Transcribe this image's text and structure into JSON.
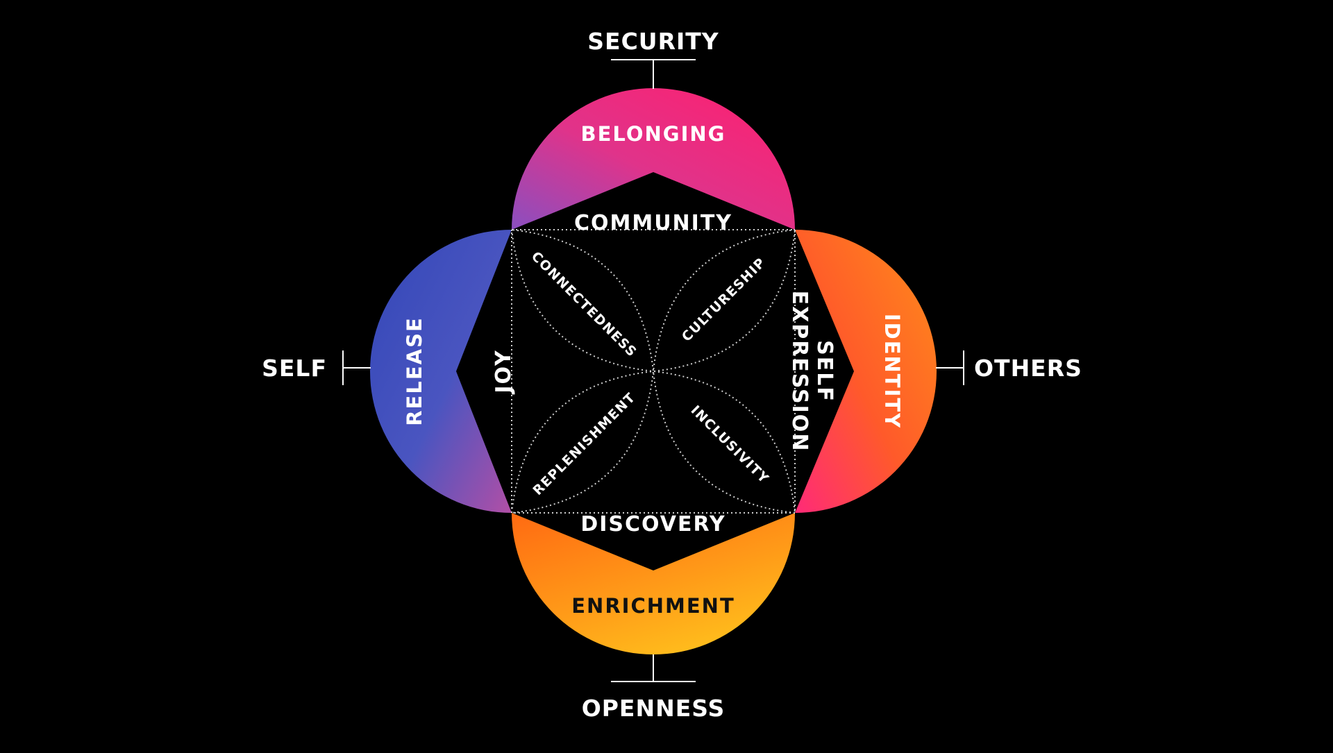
{
  "axes": {
    "top": "SECURITY",
    "bottom": "OPENNESS",
    "left": "SELF",
    "right": "OTHERS"
  },
  "petals": {
    "top": "BELONGING",
    "left": "RELEASE",
    "right": "IDENTITY",
    "bottom": "ENRICHMENT"
  },
  "inner": {
    "top": "COMMUNITY",
    "left": "JOY",
    "right_line1": "SELF",
    "right_line2": "EXPRESSION",
    "bottom": "DISCOVERY"
  },
  "leaves": {
    "top_left": "CONNECTEDNESS",
    "top_right": "CULTURESHIP",
    "bottom_left": "REPLENISHMENT",
    "bottom_right": "INCLUSIVITY"
  },
  "colors": {
    "background": "#000000",
    "pink": "#ff1f6e",
    "magenta": "#c24aa8",
    "purple": "#8a4fc0",
    "blue": "#3a4db8",
    "orange": "#ff7a10",
    "yellow": "#ffb81a",
    "lines": "#ffffff"
  }
}
